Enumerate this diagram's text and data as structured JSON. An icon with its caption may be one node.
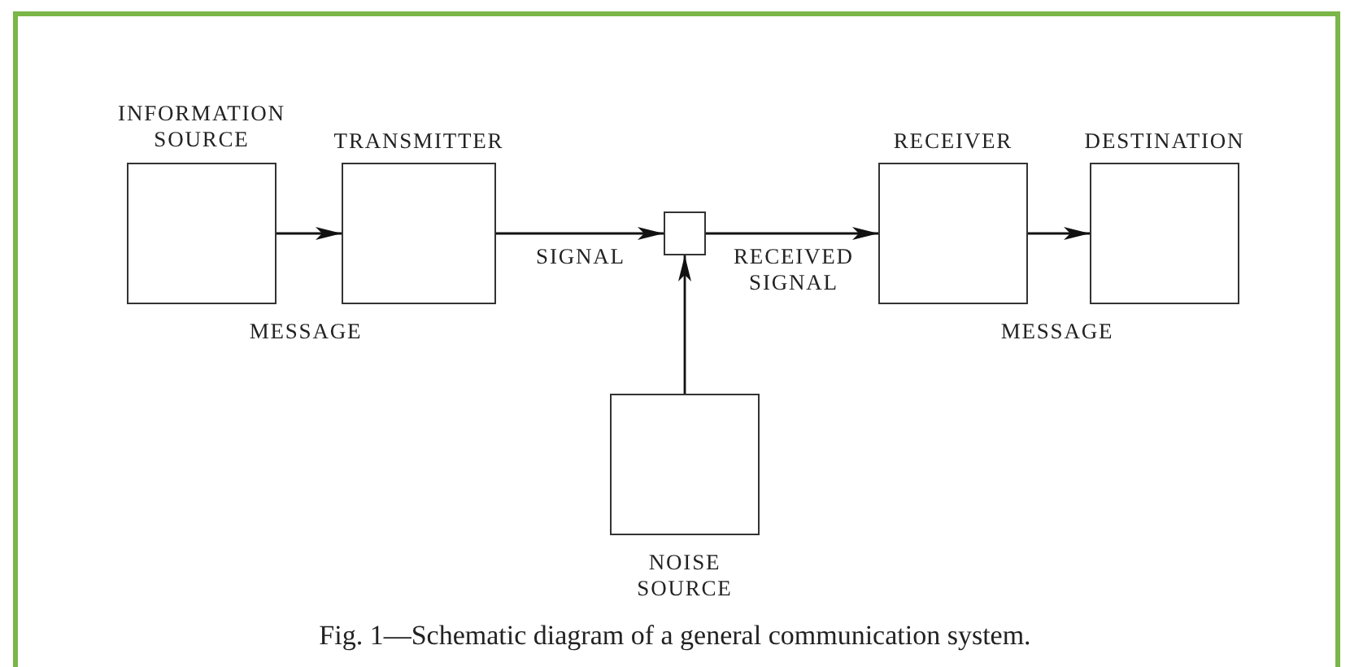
{
  "diagram": {
    "caption": "Fig. 1—Schematic diagram of a general communication system.",
    "nodes": [
      {
        "text": [
          "INFORMATION SOURCE"
        ]
      },
      {
        "text": [
          "TRANSMITTER"
        ]
      },
      {
        "text": [],
        "shape": "box"
      },
      {
        "text": [
          "RECEIVER"
        ]
      },
      {
        "text": [
          "DESTINATION"
        ]
      },
      {
        "text": [
          "NOISE SOURCE"
        ]
      }
    ],
    "edges": [
      {
        "from": 0,
        "to": 1,
        "arrow": "to"
      },
      {
        "from": 1,
        "to": 2,
        "arrow": "to",
        "label": "SIGNAL"
      },
      {
        "from": 2,
        "to": 3,
        "arrow": "to",
        "label": "RECEIVED SIGNAL"
      },
      {
        "from": 3,
        "to": 4,
        "arrow": "to"
      },
      {
        "from": 5,
        "to": 2,
        "arrow": "to"
      }
    ],
    "labels": [
      "MESSAGE",
      "MESSAGE"
    ]
  }
}
